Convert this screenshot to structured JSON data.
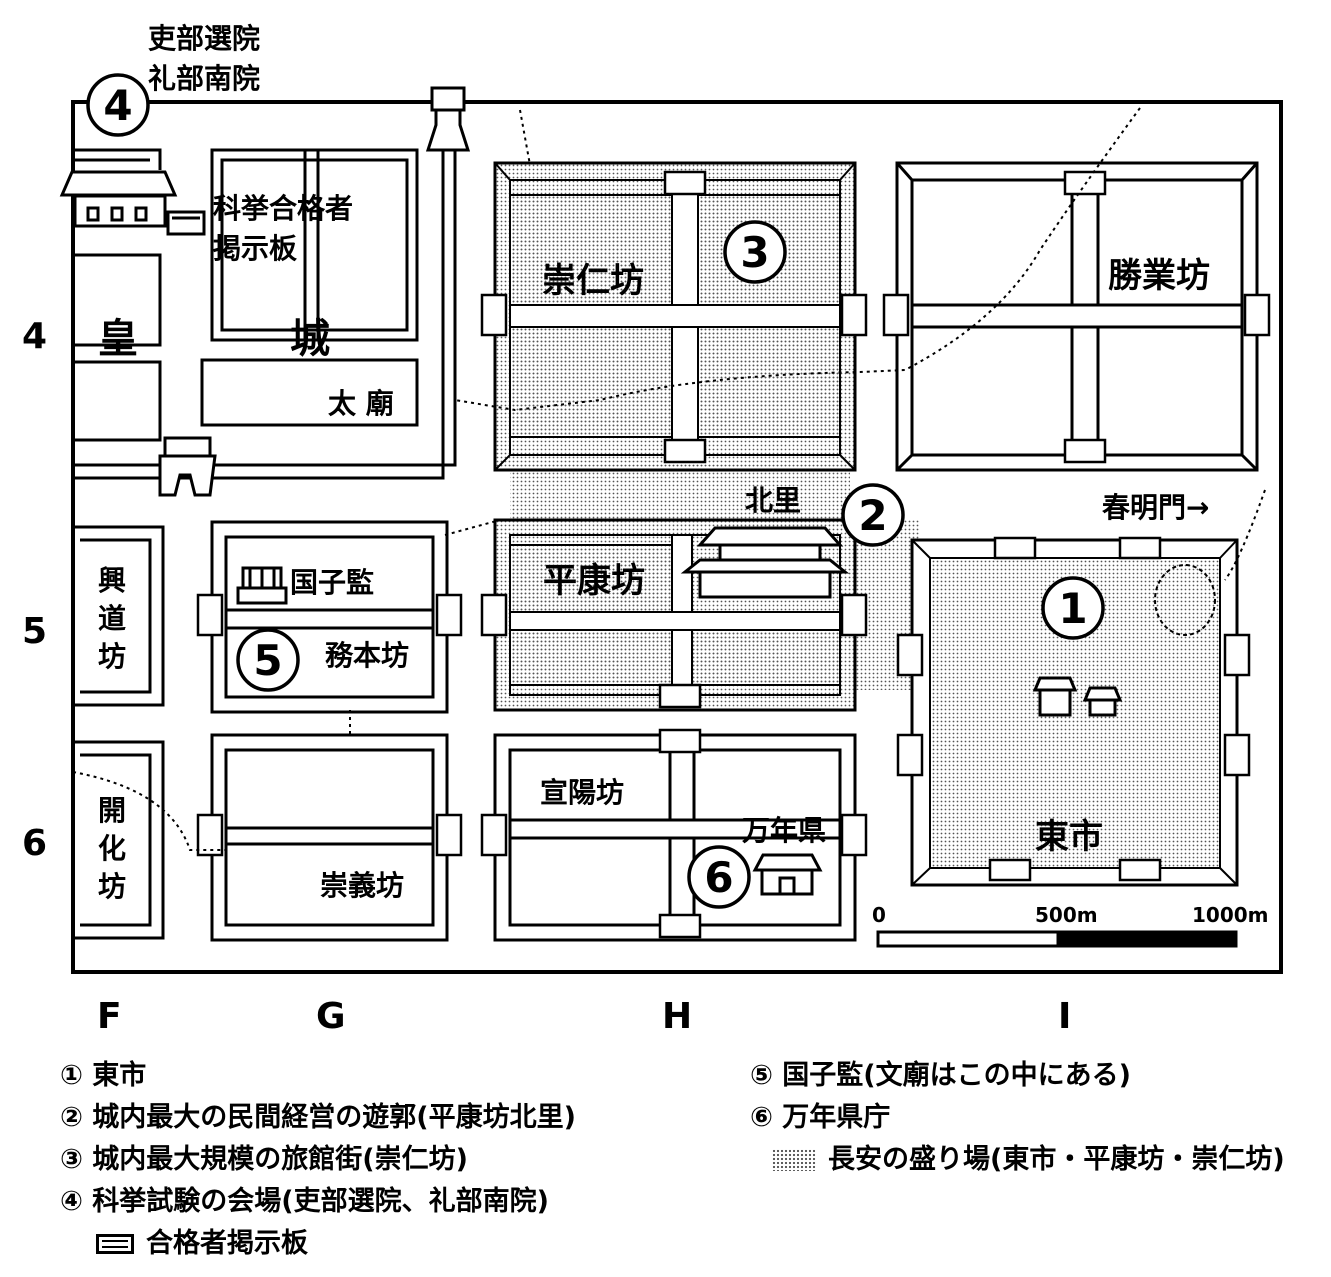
{
  "offices": [
    "吏部選院",
    "礼部南院"
  ],
  "board_label": [
    "科挙合格者",
    "掲示板"
  ],
  "districts": {
    "kojo_1": "皇",
    "kojo_2": "城",
    "taibyo": "太 廟",
    "sujin": "崇仁坊",
    "shogyo": "勝業坊",
    "heiko": "平康坊",
    "hokuri": "北里",
    "kokushikan": "国子監",
    "mubon": "務本坊",
    "kodo": [
      "興",
      "道",
      "坊"
    ],
    "kaika": [
      "開",
      "化",
      "坊"
    ],
    "sugi": "崇義坊",
    "senyo": "宣陽坊",
    "mannenken": "万年県",
    "toshi": "東市"
  },
  "gate": "春明門→",
  "circle_numbers": [
    "①",
    "②",
    "③",
    "④",
    "⑤",
    "⑥"
  ],
  "map_numbers": {
    "n1": "1",
    "n2": "2",
    "n3": "3",
    "n4": "4",
    "n5": "5",
    "n6": "6"
  },
  "row_labels": [
    "4",
    "5",
    "6"
  ],
  "col_labels": [
    "F",
    "G",
    "H",
    "I"
  ],
  "scale": {
    "labels": [
      "0",
      "500m",
      "1000m"
    ],
    "max_m": 1000
  },
  "legend": {
    "left": [
      "① 東市",
      "② 城内最大の民間経営の遊郭(平康坊北里)",
      "③ 城内最大規模の旅館街(崇仁坊)",
      "④ 科挙試験の会場(吏部選院、礼部南院)"
    ],
    "board_item": "合格者掲示板",
    "right": [
      "⑤ 国子監(文廟はこの中にある)",
      "⑥ 万年県庁"
    ],
    "shade_item": "長安の盛り場(東市・平康坊・崇仁坊)"
  },
  "colors": {
    "ink": "#000000",
    "shade": "#555555",
    "paper": "#ffffff"
  }
}
